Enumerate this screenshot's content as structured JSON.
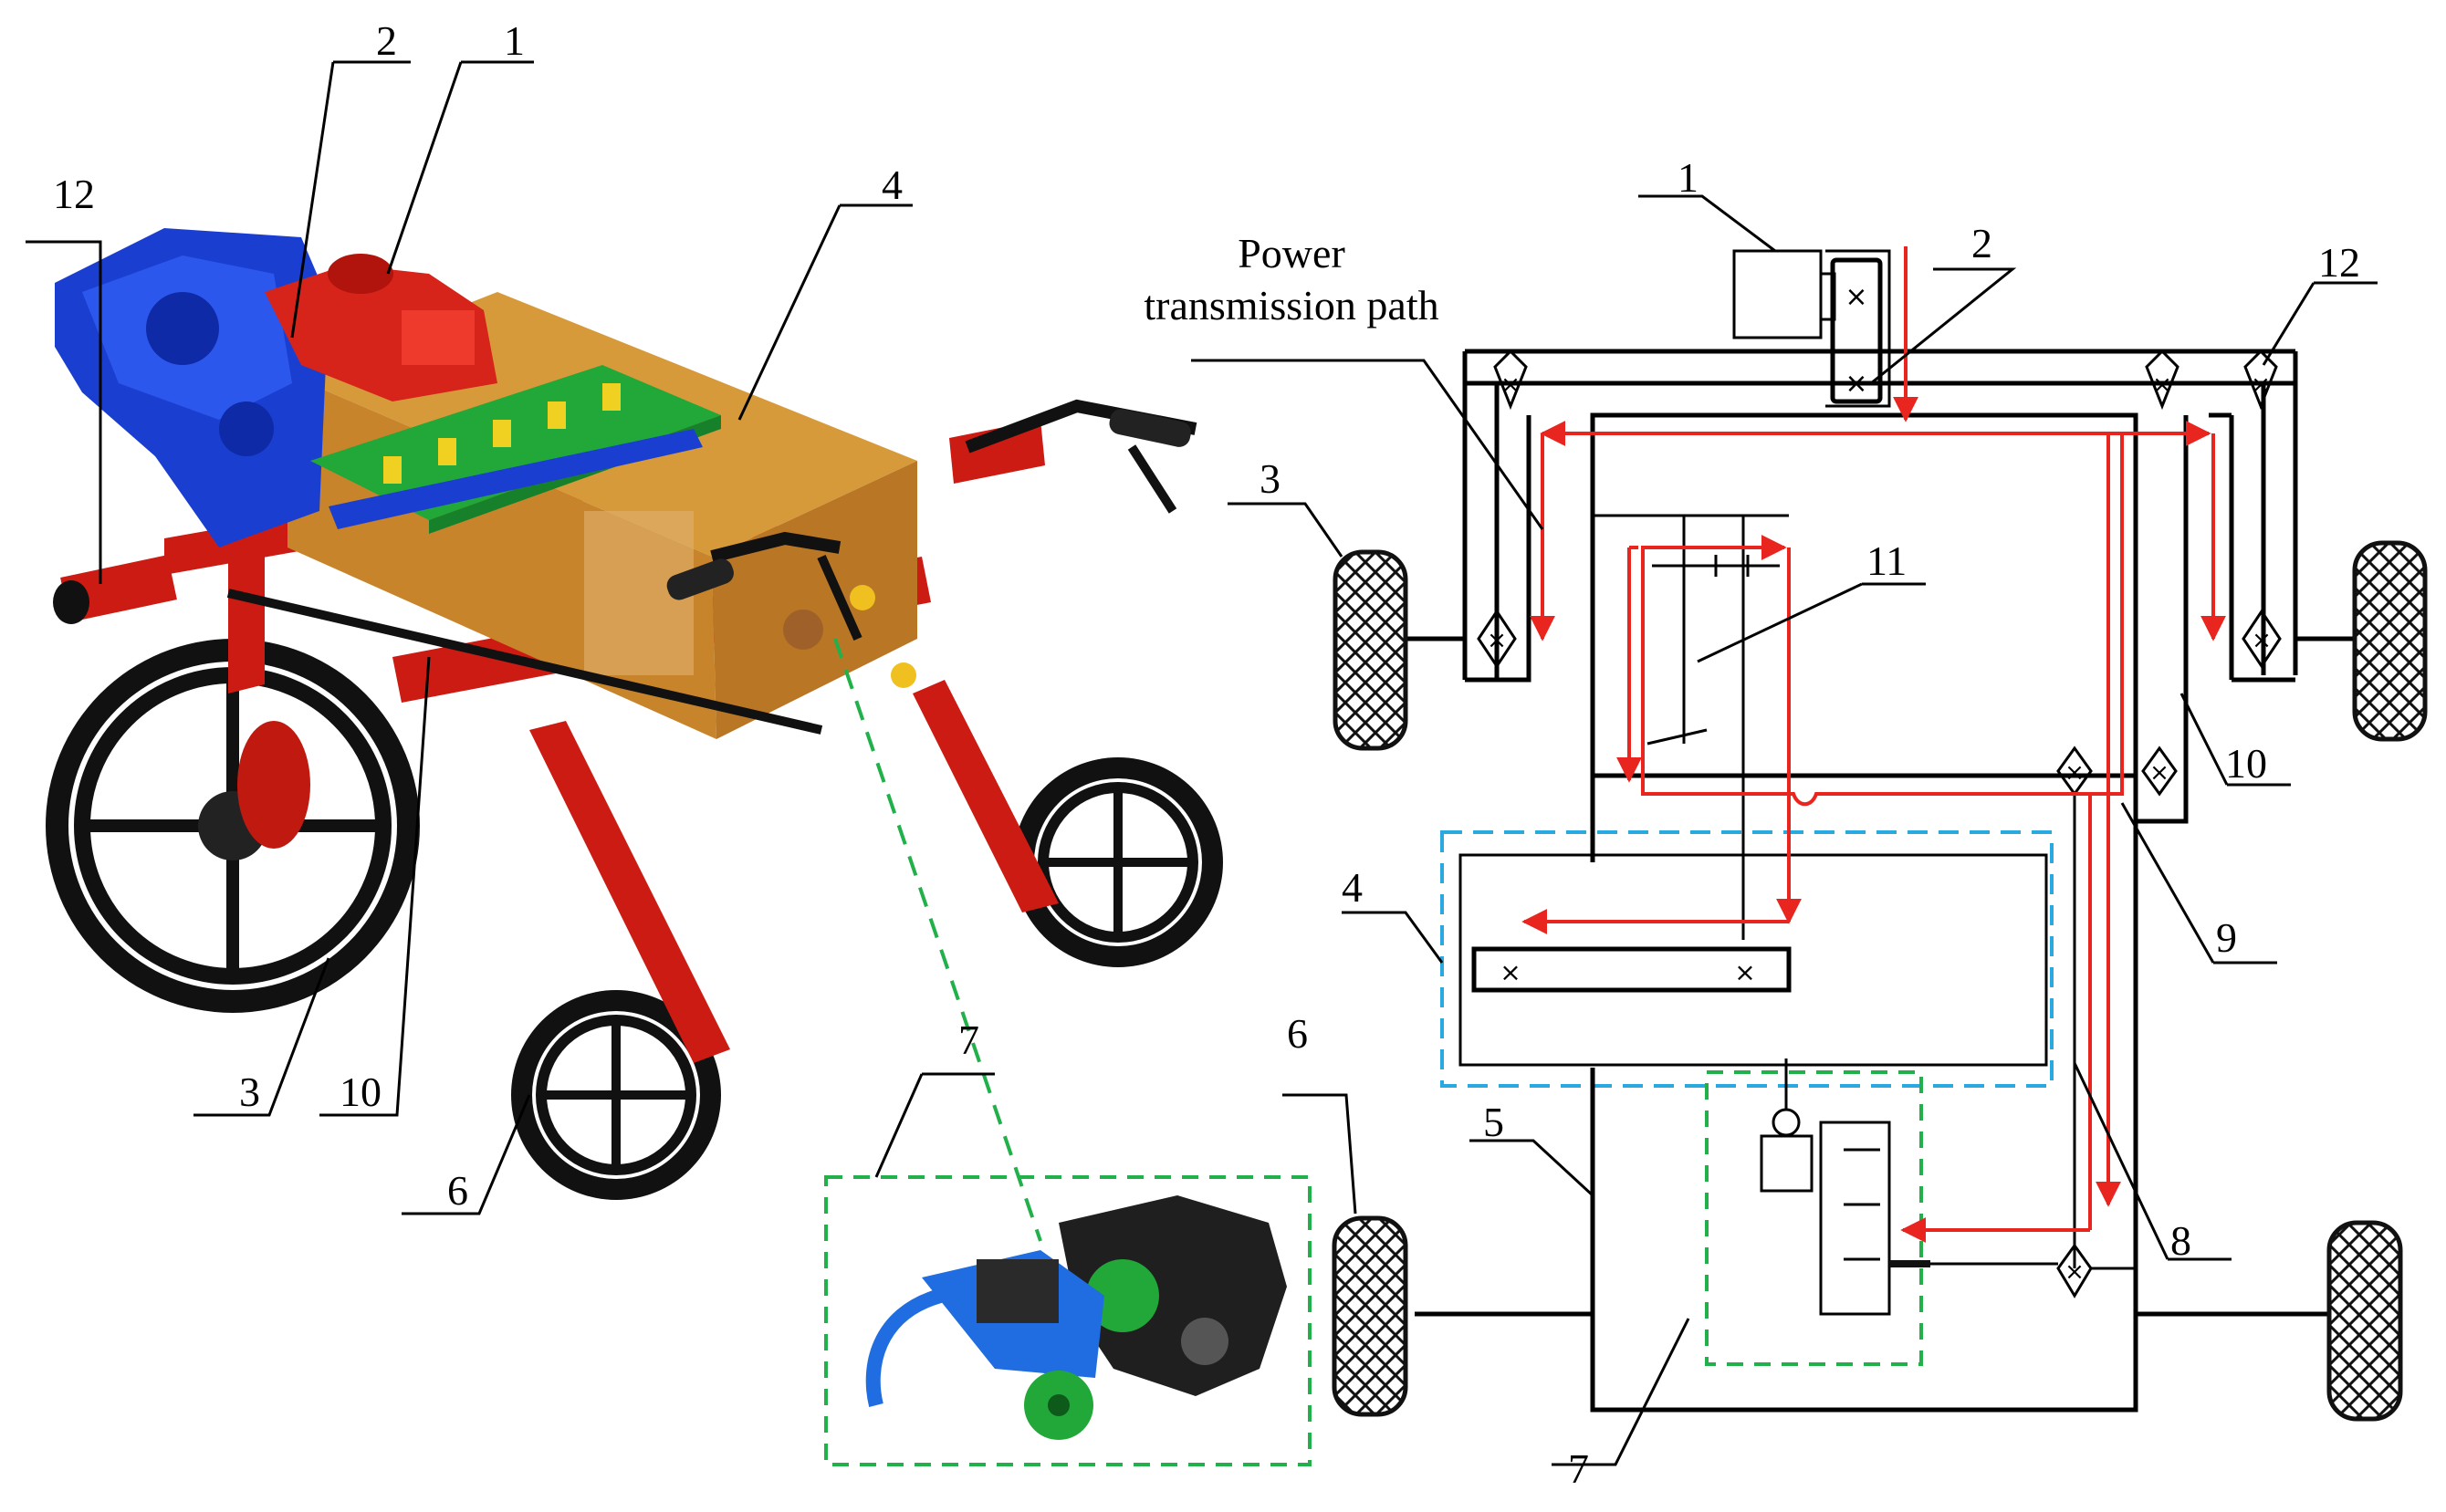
{
  "caption": {
    "line1": "Power",
    "line2": "transmission path"
  },
  "left_labels": [
    "1",
    "2",
    "4",
    "12",
    "3",
    "10",
    "6",
    "7"
  ],
  "right_labels": [
    "1",
    "2",
    "12",
    "3",
    "11",
    "10",
    "9",
    "4",
    "6",
    "5",
    "8",
    "7"
  ],
  "colors": {
    "power_path": "#e8251f",
    "frame_red": "#cc1b12",
    "motor_blue": "#1a3fd0",
    "seed_green": "#22a838",
    "box_orange": "#c8842a",
    "wheel": "#151515",
    "box_cyan": "#29a9e0",
    "box_green": "#22b04b"
  }
}
